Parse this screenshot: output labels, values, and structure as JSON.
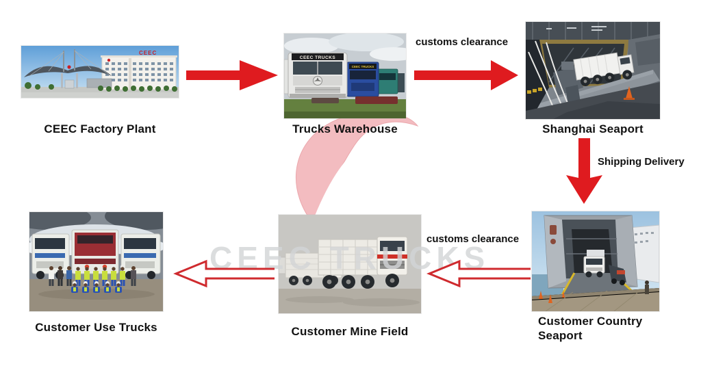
{
  "diagram": {
    "watermark_text": "CEEC TRUCKS",
    "nodes": {
      "factory": {
        "label": "CEEC Factory Plant",
        "sign_text": "CEEC"
      },
      "warehouse": {
        "label": "Trucks Warehouse",
        "banner_text": "CEEC TRUCKS"
      },
      "shanghai_seaport": {
        "label": "Shanghai Seaport"
      },
      "customer_seaport": {
        "label": "Customer Country Seaport"
      },
      "mine_field": {
        "label": "Customer Mine Field"
      },
      "customer_trucks": {
        "label": "Customer Use Trucks"
      }
    },
    "edges": {
      "factory_to_warehouse": {
        "label": "",
        "style": "solid-right"
      },
      "warehouse_to_shanghai": {
        "label": "customs clearance",
        "style": "solid-right"
      },
      "shanghai_to_customer_seaport": {
        "label": "Shipping Delivery",
        "style": "solid-down"
      },
      "customer_seaport_to_mine": {
        "label": "customs clearance",
        "style": "outline-left"
      },
      "mine_to_customer_trucks": {
        "label": "",
        "style": "outline-left"
      }
    },
    "colors": {
      "arrow_red": "#df1b1f",
      "arrow_outline_red": "#cf2a2e",
      "label_text": "#111111",
      "watermark_gray": "#d3d5d7",
      "logo_pink": "#f3bcc0",
      "background": "#ffffff"
    }
  }
}
